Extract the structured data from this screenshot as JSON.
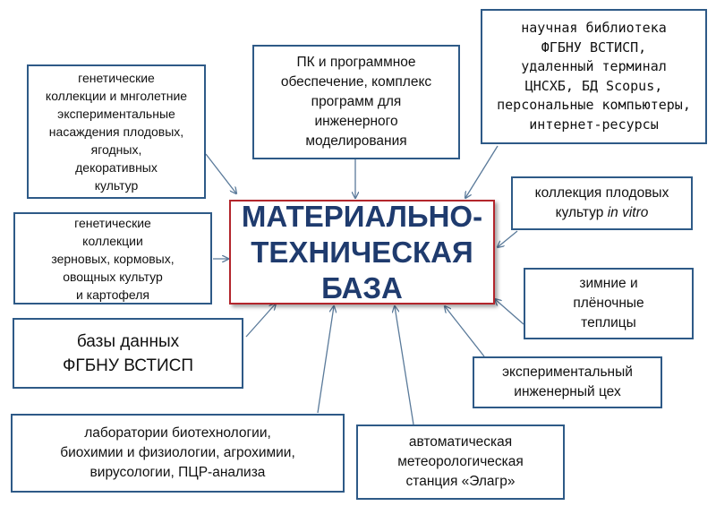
{
  "diagram": {
    "center": {
      "label": "МАТЕРИАЛЬНО-\nТЕХНИЧЕСКАЯ\nБАЗА"
    },
    "nodes": {
      "software": "ПК и программное\nобеспечение, комплекс\nпрограмм для\nинженерного\nмоделирования",
      "library": "научная библиотека\nФГБНУ ВСТИСП,\nудаленный терминал\nЦНСХБ, БД Scopus,\nперсональные компьютеры,\nинтернет-ресурсы",
      "fruit_collections": "генетические\nколлекции и мнголетние\nэкспериментальные\nнасаждения плодовых,\nягодных,\nдекоративных\nкультур",
      "in_vitro": {
        "text": "коллекция плодовых\nкультур ",
        "italic": "in vitro"
      },
      "grain_collections": "генетические\nколлекции\nзерновых, кормовых,\nовощных культур\nи картофеля",
      "greenhouses": "зимние и\nплёночные\nтеплицы",
      "databases": "базы данных\nФГБНУ ВСТИСП",
      "workshop": "экспериментальный\nинженерный цех",
      "laboratories": "лаборатории биотехнологии,\nбиохимии и физиологии, агрохимии,\nвирусологии, ПЦР-анализа",
      "weather_station": "автоматическая\nметеорологическая\nстанция «Элагр»"
    },
    "colors": {
      "box_border": "#2e5a87",
      "center_border": "#b3262c",
      "center_text": "#1f3b6e",
      "arrow": "#5a7a9a"
    }
  }
}
